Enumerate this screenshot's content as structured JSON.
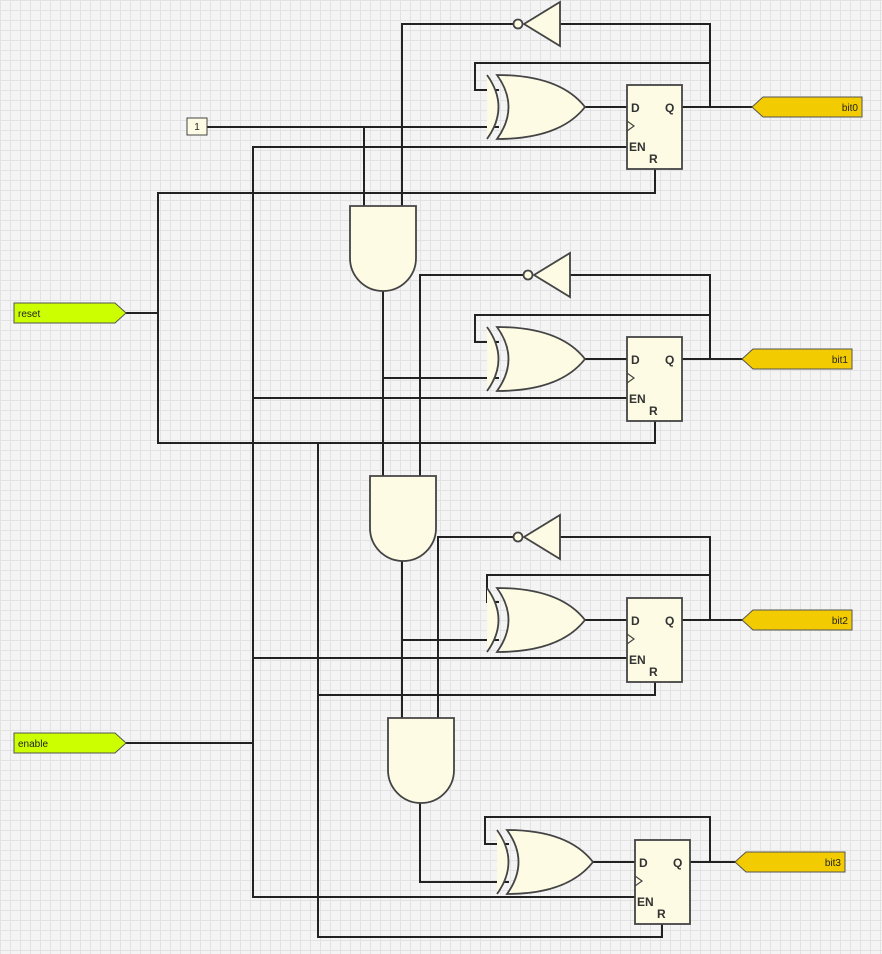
{
  "inputs": {
    "reset": "reset",
    "enable": "enable",
    "constant": "1"
  },
  "outputs": [
    "bit0",
    "bit1",
    "bit2",
    "bit3"
  ],
  "flipflop_pins": {
    "d": "D",
    "q": "Q",
    "en": "EN",
    "r": "R"
  },
  "colors": {
    "input_pin": "#ccff00",
    "output_pin": "#f2cc00",
    "gate_fill": "#fdfbe3"
  }
}
